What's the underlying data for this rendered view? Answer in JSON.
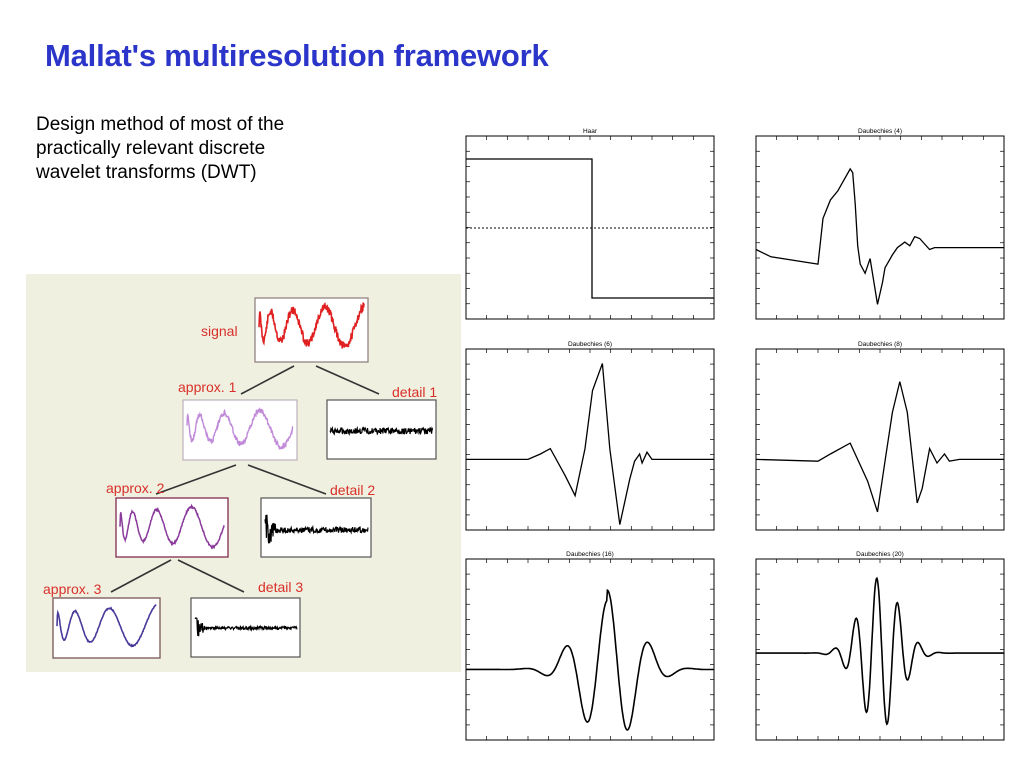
{
  "slide": {
    "title": "Mallat's multiresolution framework",
    "body_lines": [
      "Design method of most of the",
      "practically relevant discrete",
      "wavelet transforms (DWT)"
    ]
  },
  "tree": {
    "background": "#eff0e0",
    "label_color": "#d9302a",
    "line_color": "#333333",
    "labels": {
      "signal": "signal",
      "approx1": "approx. 1",
      "detail1": "detail 1",
      "approx2": "approx. 2",
      "detail2": "detail 2",
      "approx3": "approx. 3",
      "detail3": "detail 3"
    },
    "colors": {
      "signal": "#e02020",
      "approx1": "#c08ad8",
      "approx2": "#8a3a9a",
      "approx3": "#4a3a9a",
      "detail": "#000000"
    }
  },
  "wavelets": {
    "panels": [
      {
        "name": "haar",
        "title": "Haar"
      },
      {
        "name": "daubechies-4",
        "title": "Daubechies (4)"
      },
      {
        "name": "daubechies-6",
        "title": "Daubechies (6)"
      },
      {
        "name": "daubechies-8",
        "title": "Daubechies (8)"
      },
      {
        "name": "daubechies-16",
        "title": "Daubechies (16)"
      },
      {
        "name": "daubechies-20",
        "title": "Daubechies (20)"
      }
    ]
  }
}
